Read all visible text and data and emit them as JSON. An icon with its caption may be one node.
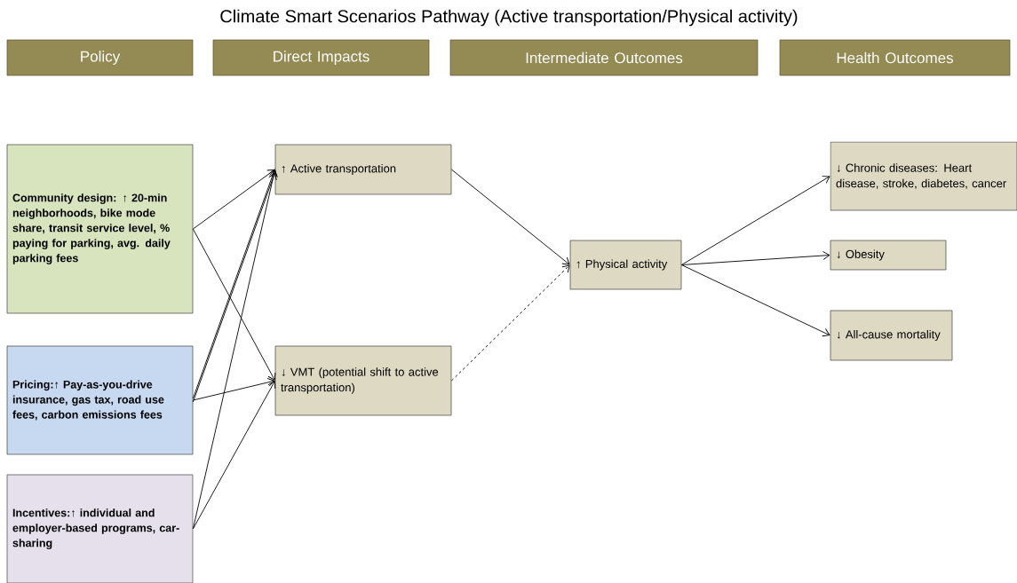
{
  "diagram": {
    "title": "Climate Smart Scenarios Pathway (Active transportation/Physical activity)",
    "nodes": [
      {
        "text": [
          "Policy"
        ]
      },
      {
        "text": [
          "Direct Impacts"
        ]
      },
      {
        "text": [
          "Intermediate Outcomes"
        ]
      },
      {
        "text": [
          "Health Outcomes"
        ]
      },
      {
        "text": [
          "Community design: ↑ 20-min neighborhoods, bike mode share, transit service level, % paying for parking, avg. daily parking fees"
        ]
      },
      {
        "text": [
          "Pricing:↑ Pay-as-you-drive insurance, gas tax, road use fees, carbon emissions fees"
        ]
      },
      {
        "text": [
          "Incentives:↑ individual and employer-based programs, car-sharing"
        ]
      },
      {
        "text": [
          "↑ Active transportation"
        ]
      },
      {
        "text": [
          "↓ VMT (potential shift to active transportation)"
        ]
      },
      {
        "text": [
          "↑ Physical activity"
        ]
      },
      {
        "text": [
          "↓ Chronic diseases: Heart disease, stroke, diabetes, cancer"
        ]
      },
      {
        "text": [
          "↓ Obesity"
        ]
      },
      {
        "text": [
          "↓ All-cause mortality"
        ]
      }
    ],
    "edges": [
      {
        "from": 4,
        "to": 7,
        "arrow": "to"
      },
      {
        "from": 4,
        "to": 8,
        "arrow": "to"
      },
      {
        "from": 5,
        "to": 7,
        "arrow": "to"
      },
      {
        "from": 5,
        "to": 7,
        "arrow": "to"
      },
      {
        "from": 5,
        "to": 8,
        "arrow": "to"
      },
      {
        "from": 6,
        "to": 7,
        "arrow": "to"
      },
      {
        "from": 6,
        "to": 8,
        "arrow": "to"
      },
      {
        "from": 7,
        "to": 9,
        "arrow": "to"
      },
      {
        "from": 8,
        "to": 9,
        "arrow": "to",
        "style": "dashed"
      },
      {
        "from": 9,
        "to": 10,
        "arrow": "to"
      },
      {
        "from": 9,
        "to": 11,
        "arrow": "to"
      },
      {
        "from": 9,
        "to": 12,
        "arrow": "to"
      }
    ]
  }
}
